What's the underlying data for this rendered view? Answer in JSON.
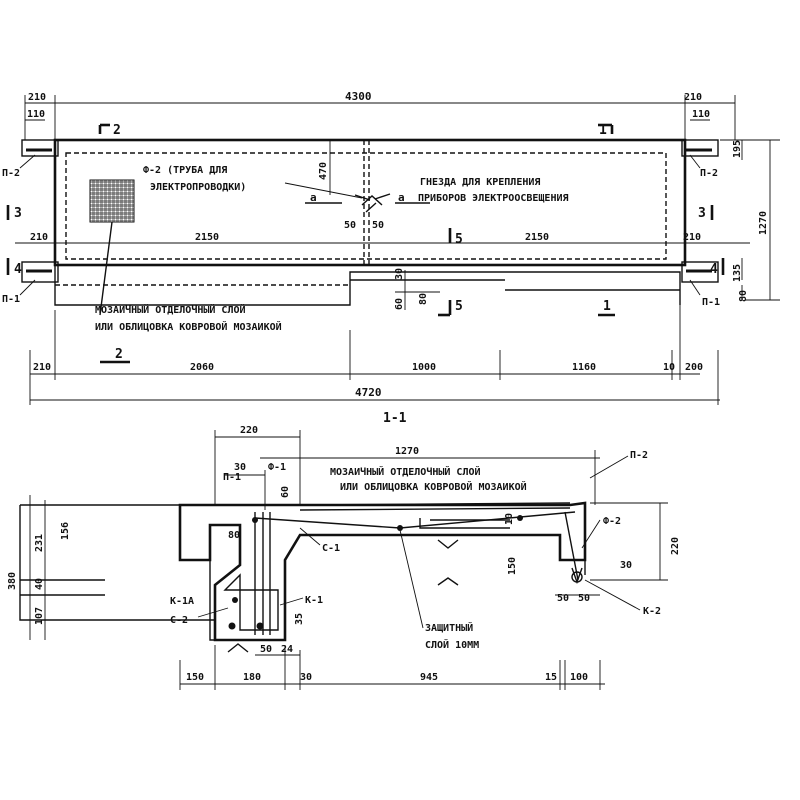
{
  "plan": {
    "dims_top": [
      "210",
      "4300",
      "210"
    ],
    "dims_top_small": [
      "110",
      "110"
    ],
    "dims_right": [
      "1270",
      "195",
      "135",
      "80"
    ],
    "dims_left_bottom": [
      "210",
      "2150",
      "2150",
      "210"
    ],
    "dims_bottom": [
      "210",
      "2060",
      "1000",
      "1160",
      "10",
      "200"
    ],
    "total_bottom": "4720",
    "dim_470": "470",
    "dims_socket": [
      "50",
      "50"
    ],
    "dims_step": [
      "30",
      "80",
      "60"
    ],
    "labels": {
      "p2_left": "П-2",
      "p2_right": "П-2",
      "p1_left": "П-1",
      "p1_right": "П-1",
      "pipe_line1": "Ф-2 (ТРУБА ДЛЯ",
      "pipe_line2": "ЭЛЕКТРОПРОВОДКИ)",
      "socket_line1": "ГНЕЗДА ДЛЯ КРЕПЛЕНИЯ",
      "socket_line2": "ПРИБОРОВ ЭЛЕКТРООСВЕЩЕНИЯ",
      "finish_line1": "МОЗАИЧНЫЙ ОТДЕЛОЧНЫЙ СЛОЙ",
      "finish_line2": "ИЛИ ОБЛИЦОВКА КОВРОВОЙ МОЗАИКОЙ",
      "a_left": "а",
      "a_right": "а"
    },
    "section_marks": [
      "2",
      "1",
      "3",
      "3",
      "4",
      "4",
      "5",
      "5",
      "1",
      "2"
    ]
  },
  "section": {
    "title": "1-1",
    "dims_top": [
      "220",
      "1270",
      "30",
      "60"
    ],
    "dims_left": [
      "380",
      "231",
      "156",
      "40",
      "107"
    ],
    "dims_right": [
      "220",
      "150",
      "30",
      "50",
      "50",
      "10"
    ],
    "dims_inner": [
      "80",
      "35",
      "50",
      "24"
    ],
    "dims_bottom": [
      "150",
      "180",
      "30",
      "945",
      "15",
      "100"
    ],
    "labels": {
      "p1": "П-1",
      "f1": "Ф-1",
      "p2": "П-2",
      "f2": "Ф-2",
      "c1": "С-1",
      "c2": "С-2",
      "k1a": "К-1А",
      "k1": "К-1",
      "k2": "К-2",
      "finish_line1": "МОЗАИЧНЫЙ ОТДЕЛОЧНЫЙ СЛОЙ",
      "finish_line2": "ИЛИ ОБЛИЦОВКА КОВРОВОЙ МОЗАИКОЙ",
      "protect_line1": "ЗАЩИТНЫЙ",
      "protect_line2": "СЛОЙ 10ММ"
    }
  }
}
